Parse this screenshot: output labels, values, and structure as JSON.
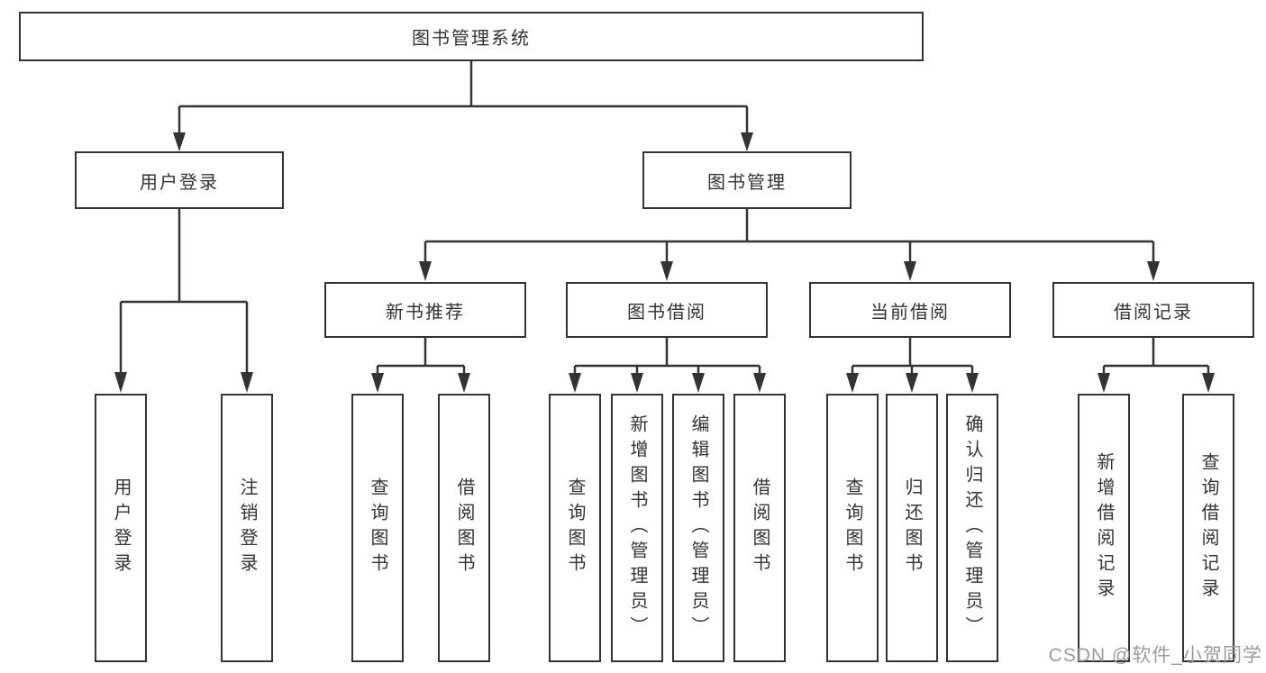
{
  "diagram": {
    "type": "hierarchy-tree",
    "orientation": "top-down",
    "colors": {
      "background": "#ffffff",
      "line": "#333333",
      "box_border": "#333333",
      "box_fill": "#ffffff",
      "text": "#333333",
      "watermark": "#9b9b9b"
    }
  },
  "tree": {
    "label": "图书管理系统",
    "children": [
      {
        "label": "用户登录",
        "children": [
          {
            "label": "用户登录"
          },
          {
            "label": "注销登录"
          }
        ]
      },
      {
        "label": "图书管理",
        "children": [
          {
            "label": "新书推荐",
            "children": [
              {
                "label": "查询图书"
              },
              {
                "label": "借阅图书"
              }
            ]
          },
          {
            "label": "图书借阅",
            "children": [
              {
                "label": "查询图书"
              },
              {
                "label": "新增图书（管理员）"
              },
              {
                "label": "编辑图书（管理员）"
              },
              {
                "label": "借阅图书"
              }
            ]
          },
          {
            "label": "当前借阅",
            "children": [
              {
                "label": "查询图书"
              },
              {
                "label": "归还图书"
              },
              {
                "label": "确认归还（管理员）"
              }
            ]
          },
          {
            "label": "借阅记录",
            "children": [
              {
                "label": "新增借阅记录"
              },
              {
                "label": "查询借阅记录"
              }
            ]
          }
        ]
      }
    ]
  },
  "watermark": {
    "text": "CSDN @软件_小贺同学"
  }
}
